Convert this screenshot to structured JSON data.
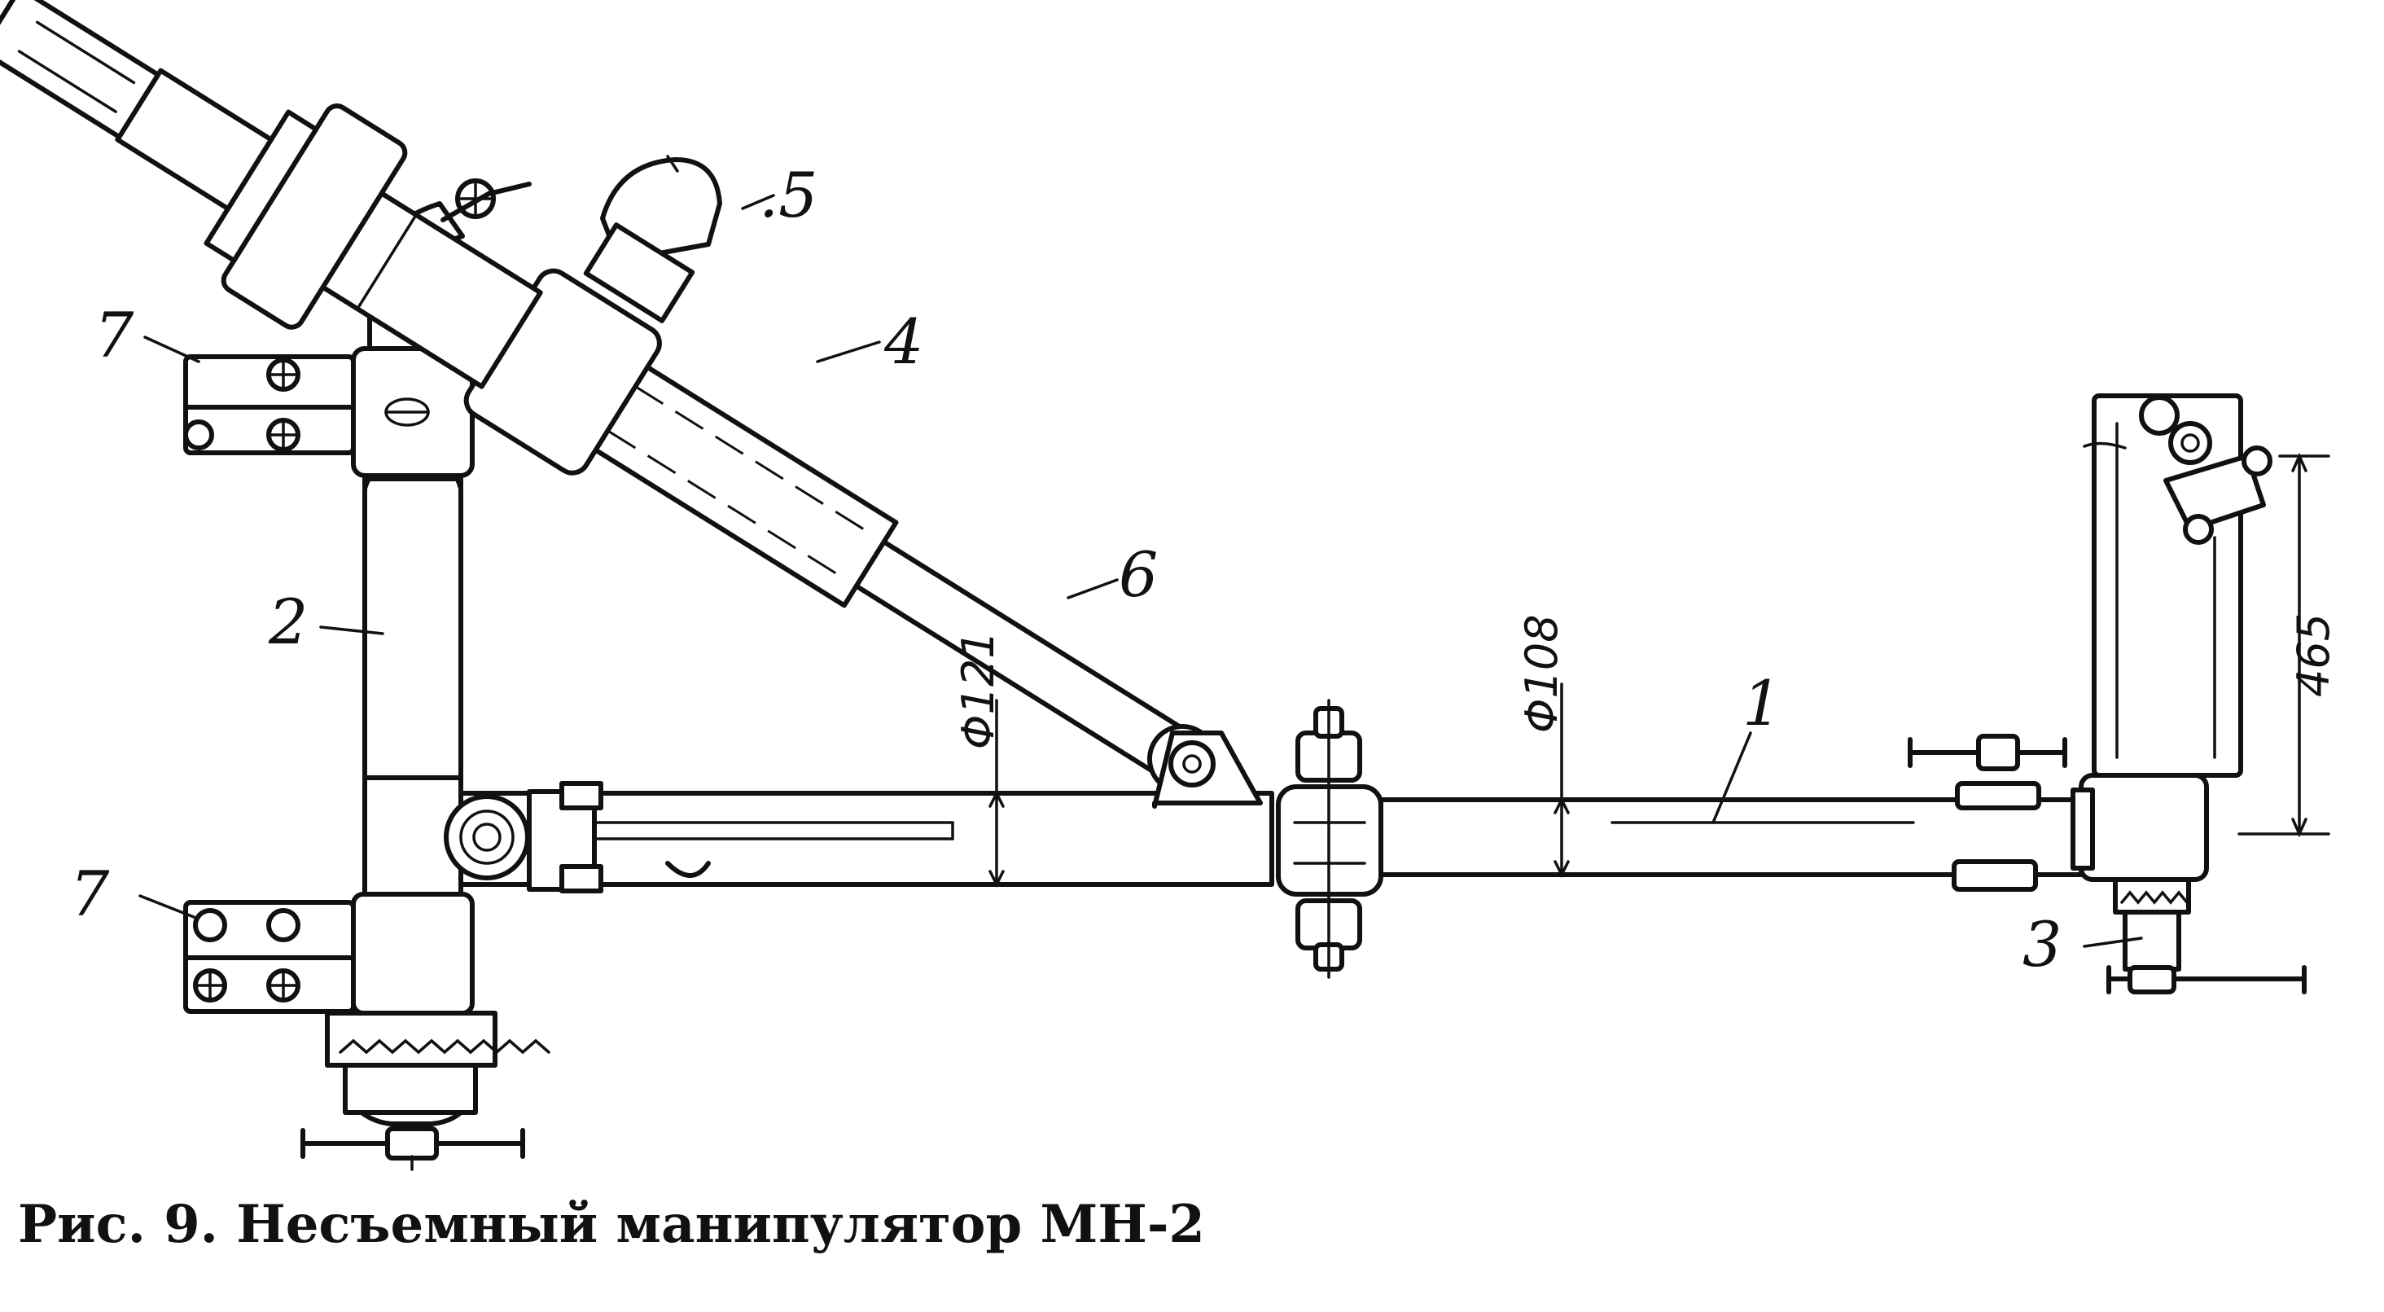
{
  "caption": "Рис. 9. Несъемный манипулятор МН-2",
  "callouts": {
    "c1": "1",
    "c2": "2",
    "c3": "3",
    "c4": "4",
    "c5": ".5",
    "c6": "6",
    "c7a": "7",
    "c7b": "7"
  },
  "dimensions": {
    "d121": "Φ121",
    "d108": "Φ108",
    "h465": "465"
  },
  "colors": {
    "ink": "#111111",
    "paper": "#ffffff"
  }
}
